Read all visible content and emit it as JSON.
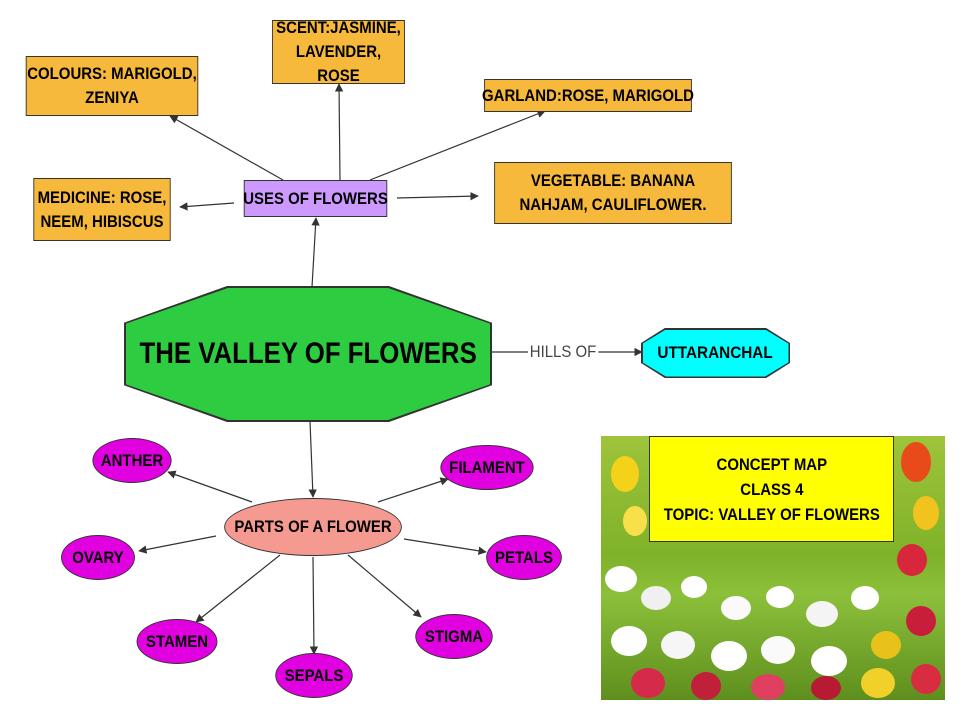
{
  "main_topic": "THE VALLEY OF FLOWERS",
  "location": {
    "relation": "HILLS OF",
    "place": "UTTARANCHAL"
  },
  "uses": {
    "label": "USES OF FLOWERS",
    "items": [
      "COLOURS: MARIGOLD, ZENIYA",
      "SCENT:JASMINE, LAVENDER, ROSE",
      "GARLAND:ROSE, MARIGOLD",
      "MEDICINE: ROSE, NEEM, HIBISCUS",
      "VEGETABLE:  BANANA NAHJAM, CAULIFLOWER."
    ]
  },
  "parts": {
    "label": "PARTS OF A FLOWER",
    "items": [
      "ANTHER",
      "FILAMENT",
      "OVARY",
      "PETALS",
      "STAMEN",
      "SEPALS",
      "STIGMA"
    ]
  },
  "info": {
    "line1": "CONCEPT MAP",
    "line2": "CLASS 4",
    "line3": "TOPIC: VALLEY OF FLOWERS"
  },
  "colors": {
    "main_topic": "#2ecc40",
    "location": "#00ffff",
    "uses_hub": "#cc99ff",
    "use_item": "#f6b93b",
    "parts_hub": "#f59a90",
    "part_item": "#e000e0",
    "info_box": "#ffff00"
  }
}
